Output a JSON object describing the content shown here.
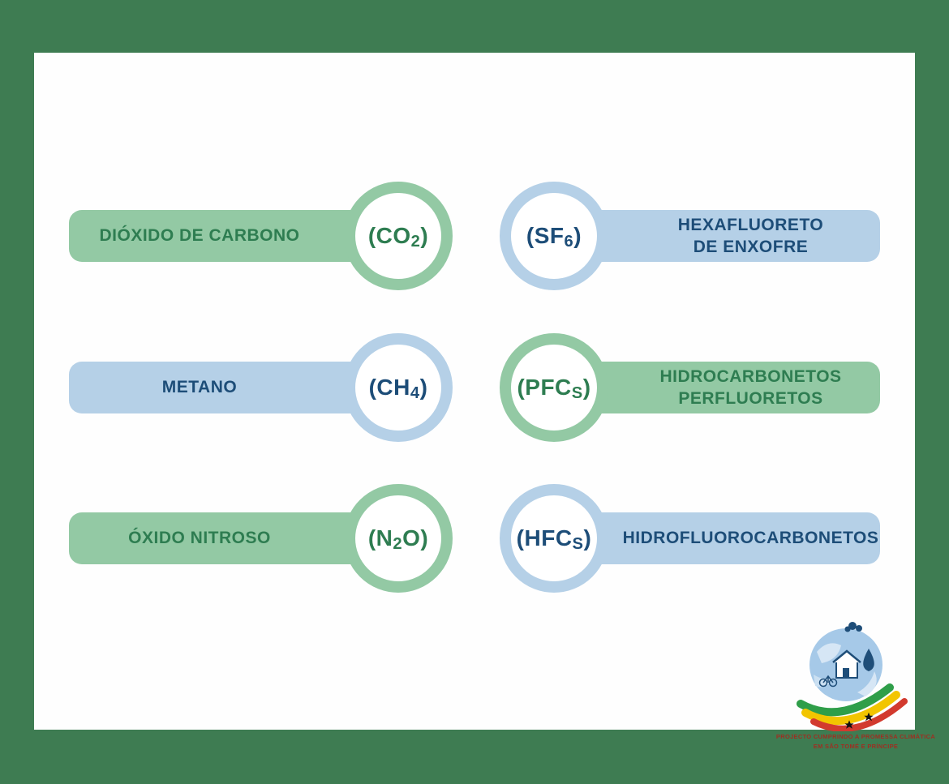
{
  "page": {
    "background_color": "#3e7c52",
    "panel_color": "#fefefe"
  },
  "colors": {
    "green_accent": "#93c9a4",
    "blue_accent": "#b5d0e7",
    "green_text": "#2e7d51",
    "blue_text": "#1d4d78",
    "caption_red": "#9e2f22"
  },
  "items": [
    {
      "label_line1": "DIÓXIDO DE CARBONO",
      "label_line2": "",
      "formula_pre": "(CO",
      "formula_sub": "2",
      "formula_post": ")",
      "scheme": "green",
      "side": "left"
    },
    {
      "label_line1": "HEXAFLUORETO",
      "label_line2": "DE ENXOFRE",
      "formula_pre": "(SF",
      "formula_sub": "6",
      "formula_post": ")",
      "scheme": "blue",
      "side": "right"
    },
    {
      "label_line1": "METANO",
      "label_line2": "",
      "formula_pre": "(CH",
      "formula_sub": "4",
      "formula_post": ")",
      "scheme": "blue",
      "side": "left"
    },
    {
      "label_line1": "HIDROCARBONETOS",
      "label_line2": "PERFLUORETOS",
      "formula_pre": "(PFC",
      "formula_sub": "S",
      "formula_post": ")",
      "scheme": "green",
      "side": "right"
    },
    {
      "label_line1": "ÓXIDO NITROSO",
      "label_line2": "",
      "formula_pre": "(N",
      "formula_sub": "2",
      "formula_post": "O)",
      "scheme": "green",
      "side": "left"
    },
    {
      "label_line1": "HIDROFLUOROCARBONETOS",
      "label_line2": "",
      "formula_pre": "(HFC",
      "formula_sub": "S",
      "formula_post": ")",
      "scheme": "blue",
      "side": "right"
    }
  ],
  "logo": {
    "name": "climate-promise-project-logo",
    "caption_line1": "PROJECTO CUMPRINDO A PROMESSA CLIMÁTICA",
    "caption_line2": "EM SÃO TOMÉ E PRÍNCIPE"
  }
}
